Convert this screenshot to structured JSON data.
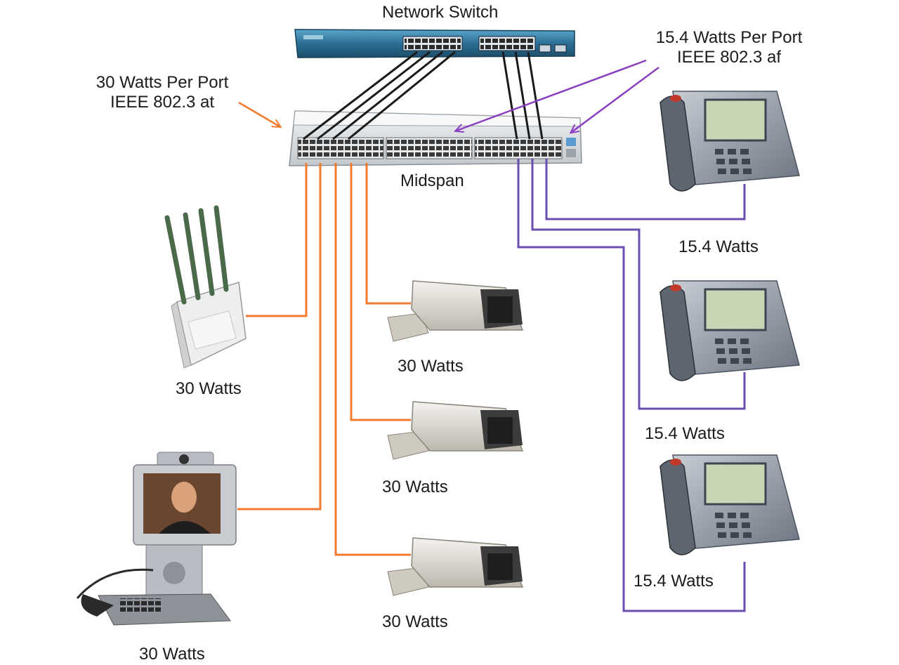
{
  "labels": {
    "network_switch": "Network Switch",
    "midspan": "Midspan",
    "at_line1": "30 Watts Per Port",
    "at_line2": "IEEE 802.3 at",
    "af_line1": "15.4 Watts Per Port",
    "af_line2": "IEEE 802.3 af"
  },
  "devices": [
    {
      "id": "access-point",
      "icon": "wireless-access-point-icon",
      "label": "30 Watts"
    },
    {
      "id": "camera-1",
      "icon": "security-camera-icon",
      "label": "30 Watts"
    },
    {
      "id": "camera-2",
      "icon": "security-camera-icon",
      "label": "30 Watts"
    },
    {
      "id": "camera-3",
      "icon": "security-camera-icon",
      "label": "30 Watts"
    },
    {
      "id": "video-phone",
      "icon": "video-phone-icon",
      "label": "30 Watts"
    },
    {
      "id": "ip-phone-1",
      "icon": "ip-phone-icon",
      "label": "15.4 Watts"
    },
    {
      "id": "ip-phone-2",
      "icon": "ip-phone-icon",
      "label": "15.4 Watts"
    },
    {
      "id": "ip-phone-3",
      "icon": "ip-phone-icon",
      "label": "15.4 Watts"
    }
  ],
  "colors": {
    "at_cable": "#f07a2e",
    "af_cable": "#6a4fb0",
    "uplink_cable": "#1a1a1a",
    "switch_body": "#2b6e93",
    "midspan_body": "#d9dde0",
    "arrow_at": "#f07a2e",
    "arrow_af": "#8a3fc0"
  }
}
